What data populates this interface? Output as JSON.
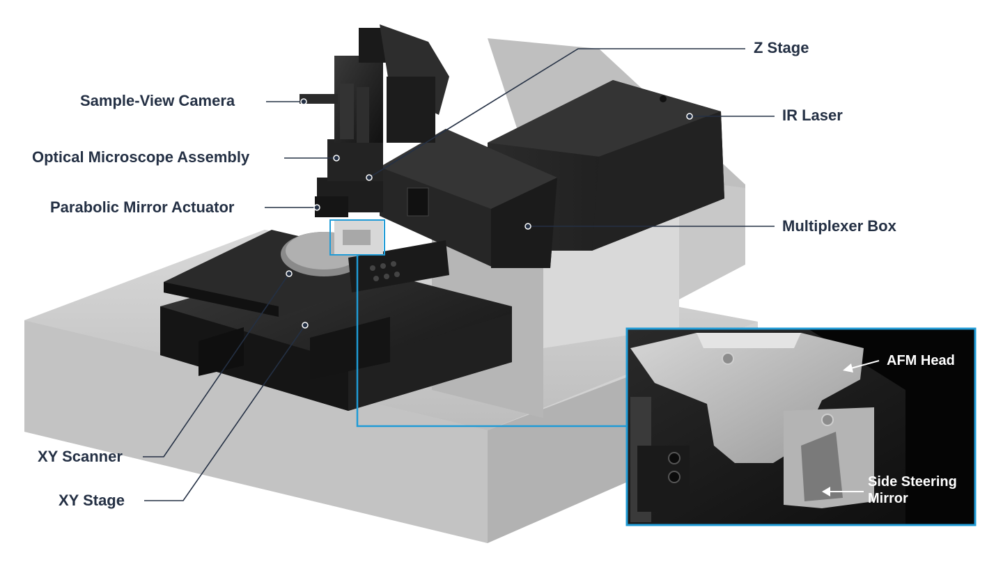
{
  "colors": {
    "text": "#243044",
    "accent": "#1f9bd6",
    "leader": "#243044",
    "base": "#c9c9c9",
    "equipment": "#1c1c1c"
  },
  "labels": {
    "z_stage": "Z Stage",
    "sample_view_camera": "Sample-View Camera",
    "ir_laser": "IR Laser",
    "optical_microscope_assembly": "Optical Microscope Assembly",
    "parabolic_mirror_actuator": "Parabolic Mirror Actuator",
    "multiplexer_box": "Multiplexer Box",
    "xy_scanner": "XY Scanner",
    "xy_stage": "XY Stage"
  },
  "inset": {
    "afm_head": "AFM Head",
    "side_steering_mirror_line1": "Side Steering",
    "side_steering_mirror_line2": "Mirror"
  }
}
